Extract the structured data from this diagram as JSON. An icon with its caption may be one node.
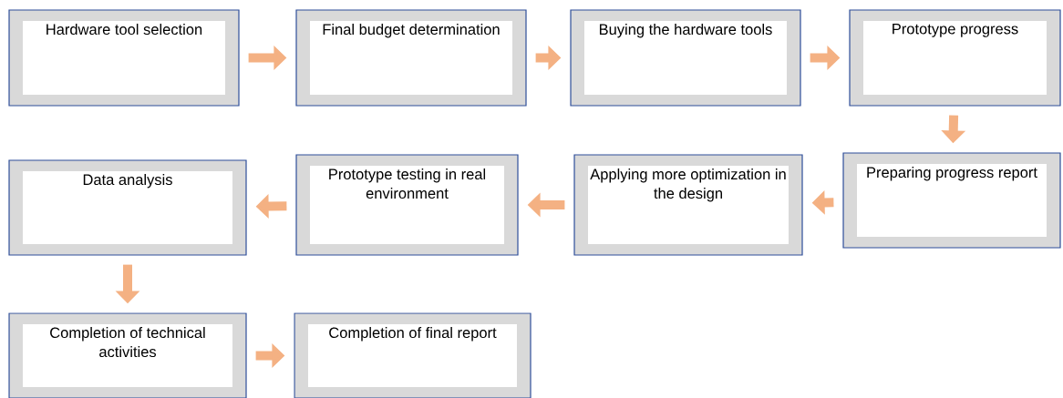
{
  "diagram": {
    "nodes": [
      {
        "text": [
          "Hardware tool selection"
        ]
      },
      {
        "text": [
          "Final budget determination"
        ]
      },
      {
        "text": [
          "Buying the hardware tools"
        ]
      },
      {
        "text": [
          "Prototype progress"
        ]
      },
      {
        "text": [
          "Preparing progress report"
        ]
      },
      {
        "text": [
          "Applying more optimization in the design"
        ]
      },
      {
        "text": [
          "Prototype testing in real environment"
        ]
      },
      {
        "text": [
          "Data analysis"
        ]
      },
      {
        "text": [
          "Completion of technical activities"
        ]
      },
      {
        "text": [
          "Completion of final report"
        ]
      }
    ],
    "edges": [
      {
        "from": 0,
        "to": 1,
        "arrow": "to"
      },
      {
        "from": 1,
        "to": 2,
        "arrow": "to"
      },
      {
        "from": 2,
        "to": 3,
        "arrow": "to"
      },
      {
        "from": 3,
        "to": 4,
        "arrow": "to"
      },
      {
        "from": 4,
        "to": 5,
        "arrow": "to"
      },
      {
        "from": 5,
        "to": 6,
        "arrow": "to"
      },
      {
        "from": 6,
        "to": 7,
        "arrow": "to"
      },
      {
        "from": 7,
        "to": 8,
        "arrow": "to"
      },
      {
        "from": 8,
        "to": 9,
        "arrow": "to"
      }
    ]
  }
}
